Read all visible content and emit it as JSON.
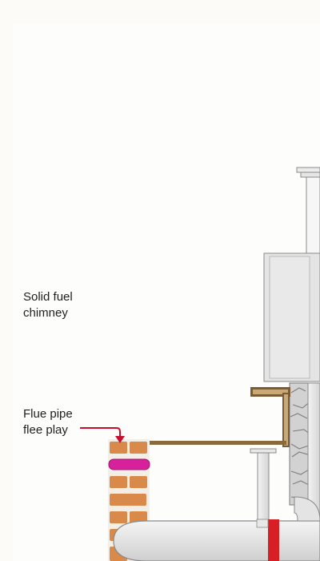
{
  "labels": {
    "chimney": {
      "line1": "Solid fuel",
      "line2": "chimney"
    },
    "flue": {
      "line1": "Flue pipe",
      "line2": "flee play"
    }
  },
  "colors": {
    "background": "#fcfbf8",
    "brick": "#d9894a",
    "mortar": "#f3efe6",
    "sleeve": "#d6219b",
    "arrow": "#c8102e",
    "wood": "#7a5b33",
    "stone": "#cfcfcf",
    "pipe": "#ececec",
    "chimney_wall": "#e4e4e4",
    "red_pipe": "#d81f26"
  }
}
